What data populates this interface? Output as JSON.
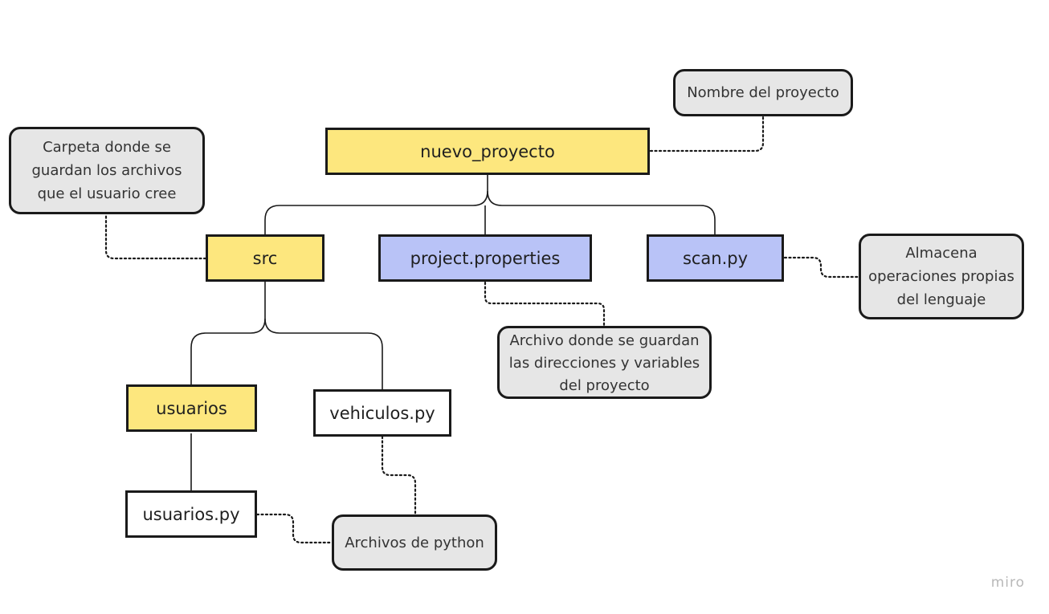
{
  "nodes": {
    "nuevo_proyecto": "nuevo_proyecto",
    "src": "src",
    "project_properties": "project.properties",
    "scan_py": "scan.py",
    "usuarios": "usuarios",
    "vehiculos_py": "vehiculos.py",
    "usuarios_py": "usuarios.py"
  },
  "notes": {
    "nombre_proyecto": "Nombre del proyecto",
    "carpeta": [
      "Carpeta donde se",
      "guardan los archivos",
      "que el usuario cree"
    ],
    "almacena": [
      "Almacena",
      "operaciones propias",
      "del lenguaje"
    ],
    "archivo_props": [
      "Archivo donde se guardan",
      "las direcciones y variables",
      "del proyecto"
    ],
    "archivos_python": "Archivos de python"
  },
  "colors": {
    "folder": "#fde77e",
    "config": "#b9c3f7",
    "note": "#e6e6e6",
    "file": "#ffffff"
  },
  "watermark": "miro"
}
